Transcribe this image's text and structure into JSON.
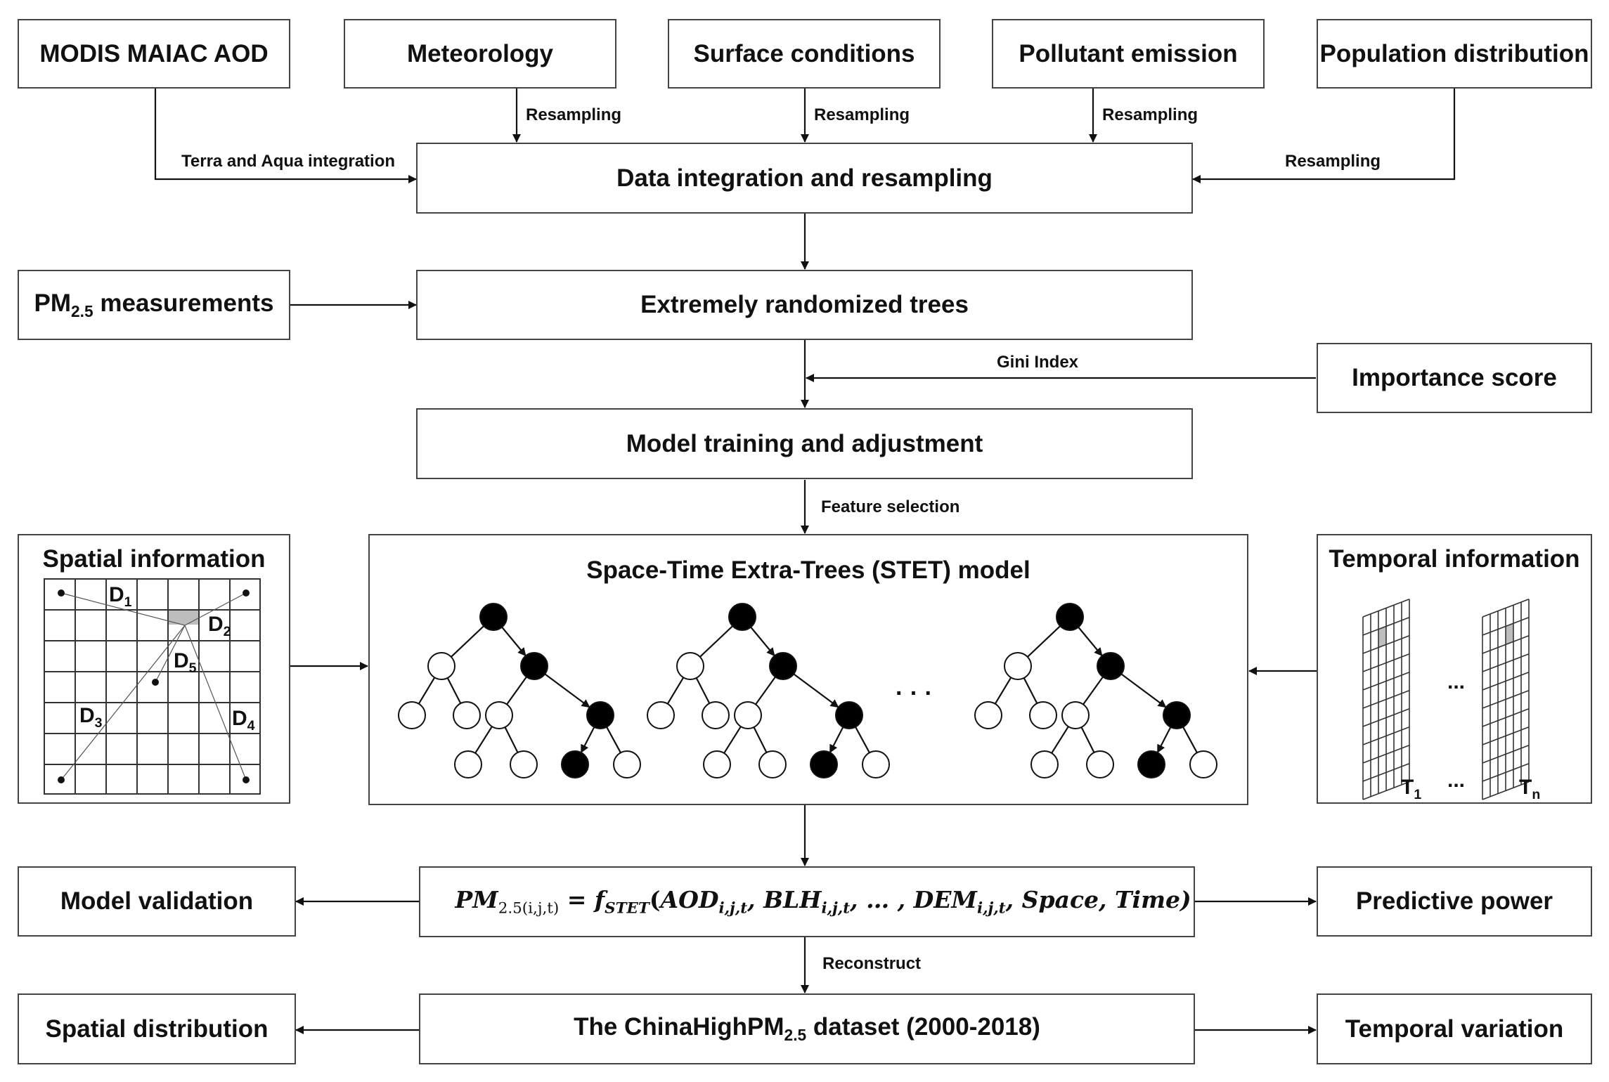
{
  "inputs": {
    "modis": "MODIS MAIAC AOD",
    "meteorology": "Meteorology",
    "surface": "Surface conditions",
    "pollutant": "Pollutant emission",
    "population": "Population distribution"
  },
  "edge_labels": {
    "terra_aqua": "Terra and Aqua integration",
    "resampling": "Resampling",
    "gini": "Gini Index",
    "feature_selection": "Feature selection",
    "reconstruct": "Reconstruct"
  },
  "steps": {
    "integration": "Data integration and resampling",
    "pm_measurements_prefix": "PM",
    "pm_measurements_sub": "2.5",
    "pm_measurements_suffix": " measurements",
    "extra_trees": "Extremely randomized trees",
    "importance": "Importance score",
    "model_training": "Model training and adjustment"
  },
  "stet": {
    "title": "Space-Time Extra-Trees (STET) model",
    "ellipsis": "· · ·"
  },
  "spatial": {
    "title": "Spatial information",
    "d1": "D",
    "d1_sub": "1",
    "d2": "D",
    "d2_sub": "2",
    "d3": "D",
    "d3_sub": "3",
    "d4": "D",
    "d4_sub": "4",
    "d5": "D",
    "d5_sub": "5"
  },
  "temporal": {
    "title": "Temporal information",
    "dots": "...",
    "t1": "T",
    "t1_sub": "1",
    "tn": "T",
    "tn_sub": "n"
  },
  "formula": {
    "pm": "PM",
    "pm_sub": "2.5(i,j,t)",
    "eq": " = ",
    "f": "f",
    "f_sub": "STET",
    "open": "(",
    "aod": "AOD",
    "aod_sub": "i,j,t",
    "comma1": ", ",
    "blh": "BLH",
    "blh_sub": "i,j,t",
    "ellipsis": ", … , ",
    "dem": "DEM",
    "dem_sub": "i,j,t",
    "rest": ", Space, Time)"
  },
  "outputs": {
    "validation": "Model validation",
    "predictive": "Predictive power",
    "dataset_prefix": "The ChinaHighPM",
    "dataset_sub": "2.5",
    "dataset_suffix": " dataset (2000-2018)",
    "spatial_dist": "Spatial distribution",
    "temporal_var": "Temporal variation"
  }
}
